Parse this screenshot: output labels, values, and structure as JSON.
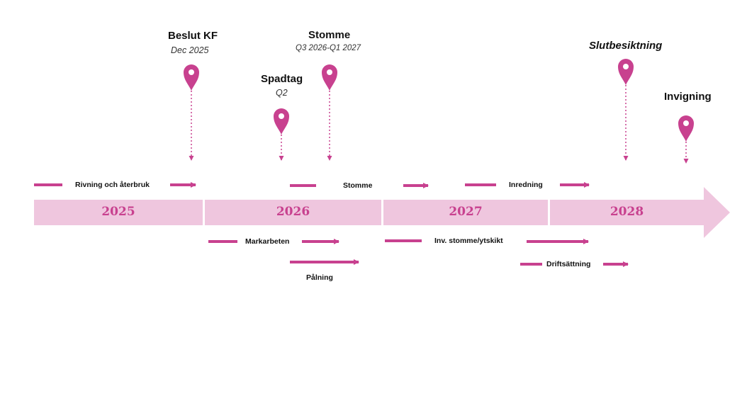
{
  "colors": {
    "accent": "#c8418f",
    "band": "#efc6de",
    "band_light": "#f2cde2"
  },
  "years": [
    "2025",
    "2026",
    "2027",
    "2028"
  ],
  "milestones": [
    {
      "id": "beslut",
      "title": "Beslut KF",
      "sub": "Dec 2025",
      "title_italic": false
    },
    {
      "id": "spadtag",
      "title": "Spadtag",
      "sub": "Q2",
      "title_italic": false
    },
    {
      "id": "stomme",
      "title": "Stomme",
      "sub": "Q3 2026-Q1 2027",
      "title_italic": false
    },
    {
      "id": "slutbesiktning",
      "title": "Slutbesiktning",
      "sub": "",
      "title_italic": true
    },
    {
      "id": "invigning",
      "title": "Invigning",
      "sub": "",
      "title_italic": false
    }
  ],
  "activities": [
    {
      "id": "rivning",
      "label": "Rivning och återbruk"
    },
    {
      "id": "stomme-act",
      "label": "Stomme"
    },
    {
      "id": "inredning",
      "label": "Inredning"
    },
    {
      "id": "markarbeten",
      "label": "Markarbeten"
    },
    {
      "id": "palning",
      "label": "Pålning"
    },
    {
      "id": "inv-stomme",
      "label": "Inv. stomme/ytskikt"
    },
    {
      "id": "driftsattning",
      "label": "Driftsättning"
    }
  ]
}
